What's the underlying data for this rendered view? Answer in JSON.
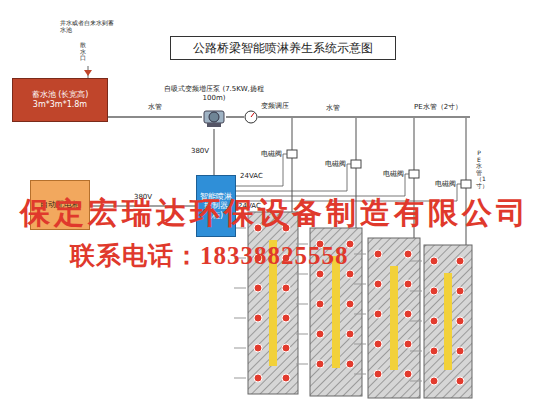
{
  "diagram": {
    "title": "公路桥梁智能喷淋养生系统示意图",
    "nodes": [
      {
        "text": [
          "蓄水池 (长宽高)",
          "3m*3m*1.8m"
        ]
      },
      {
        "text": [
          "自吸式变频增压泵 (7.5KW,扬程100m)"
        ]
      },
      {
        "text": [
          "变频调压"
        ]
      },
      {
        "text": [
          "自动配电柜"
        ]
      },
      {
        "text": [
          "智能喷淋控制器(柜)"
        ]
      }
    ],
    "edges": [
      {
        "from": 0,
        "to": 1,
        "arrow": "none",
        "label": "水管"
      },
      {
        "from": 1,
        "to": 2,
        "arrow": "none"
      },
      {
        "from": 3,
        "to": 4,
        "arrow": "none",
        "label": "380V"
      },
      {
        "from": 4,
        "to": 1,
        "arrow": "none",
        "label": "380V"
      }
    ],
    "labels": [
      "井水或者自来水到蓄水池",
      "散水口",
      "水管",
      "PE水管（2寸）",
      "PE水管（1寸）",
      "电磁阀",
      "电磁阀",
      "电磁阀",
      "电磁阀",
      "24VAC",
      "24VAC",
      "保定宏瑞达环保设备制造有限公司",
      "联系电话：18338825558"
    ]
  }
}
